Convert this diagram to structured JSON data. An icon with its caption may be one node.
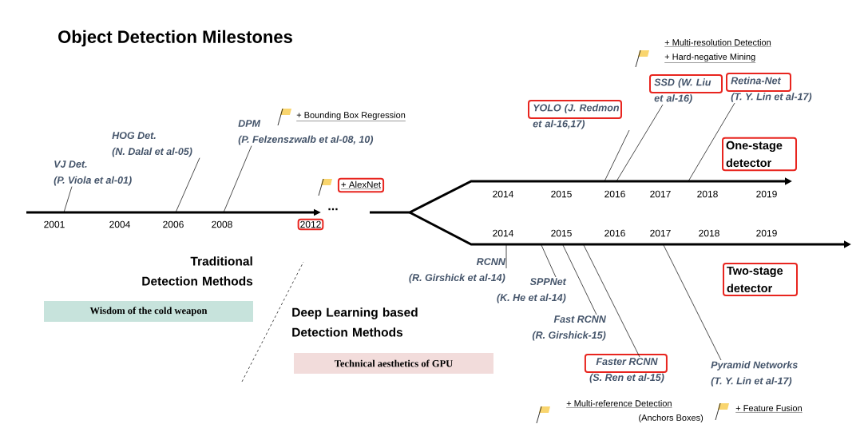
{
  "diagram": {
    "title": "Object Detection Milestones",
    "nodes": [
      {
        "text": [
          "VJ Det.",
          "(P. Viola et al-01)"
        ]
      },
      {
        "text": [
          "HOG Det.",
          "(N. Dalal et al-05)"
        ]
      },
      {
        "text": [
          "DPM",
          "(P. Felzenszwalb et al-08, 10)"
        ]
      },
      {
        "text": [
          "YOLO (J. Redmon et al-16,17)"
        ]
      },
      {
        "text": [
          "SSD (W. Liu et al-16)"
        ]
      },
      {
        "text": [
          "Retina-Net",
          "(T. Y. Lin et al-17)"
        ]
      },
      {
        "text": [
          "One-stage detector"
        ]
      },
      {
        "text": [
          "2012"
        ]
      },
      {
        "text": [
          "+ AlexNet"
        ]
      },
      {
        "text": [
          "Wisdom of the cold weapon"
        ]
      },
      {
        "text": [
          "Technical aesthetics of GPU"
        ]
      },
      {
        "text": [
          "RCNN",
          "(R. Girshick et al-14)"
        ]
      },
      {
        "text": [
          "SPPNet",
          "(K. He et al-14)"
        ]
      },
      {
        "text": [
          "Fast RCNN",
          "(R. Girshick-15)"
        ]
      },
      {
        "text": [
          "Faster RCNN",
          "(S. Ren et al-15)"
        ]
      },
      {
        "text": [
          "Two-stage detector"
        ]
      },
      {
        "text": [
          "Pyramid Networks",
          "(T. Y. Lin et al-17)"
        ]
      }
    ],
    "edges": [
      {
        "from": 0,
        "to": null,
        "arrow": "none"
      },
      {
        "from": 1,
        "to": null,
        "arrow": "none"
      },
      {
        "from": 2,
        "to": null,
        "arrow": "none"
      },
      {
        "from": 3,
        "to": null,
        "arrow": "none"
      },
      {
        "from": 4,
        "to": null,
        "arrow": "none"
      },
      {
        "from": 5,
        "to": null,
        "arrow": "none"
      },
      {
        "from": 11,
        "to": null,
        "arrow": "none"
      },
      {
        "from": 12,
        "to": null,
        "arrow": "none"
      },
      {
        "from": 13,
        "to": null,
        "arrow": "none"
      },
      {
        "from": 14,
        "to": null,
        "arrow": "none"
      },
      {
        "from": 16,
        "to": null,
        "arrow": "none"
      }
    ],
    "labels": [
      "2001",
      "2004",
      "2006",
      "2008",
      "...",
      "+ Bounding Box Regression",
      "+ Multi-resolution Detection",
      "+ Hard-negative Mining",
      "2014",
      "2015",
      "2016",
      "2017",
      "2018",
      "2019",
      "2014",
      "2015",
      "2016",
      "2017",
      "2018",
      "2019",
      "Traditional Detection Methods",
      "Deep Learning based Detection Methods",
      "+ Multi-reference Detection",
      "(Anchors Boxes)",
      "+ Feature Fusion"
    ]
  }
}
